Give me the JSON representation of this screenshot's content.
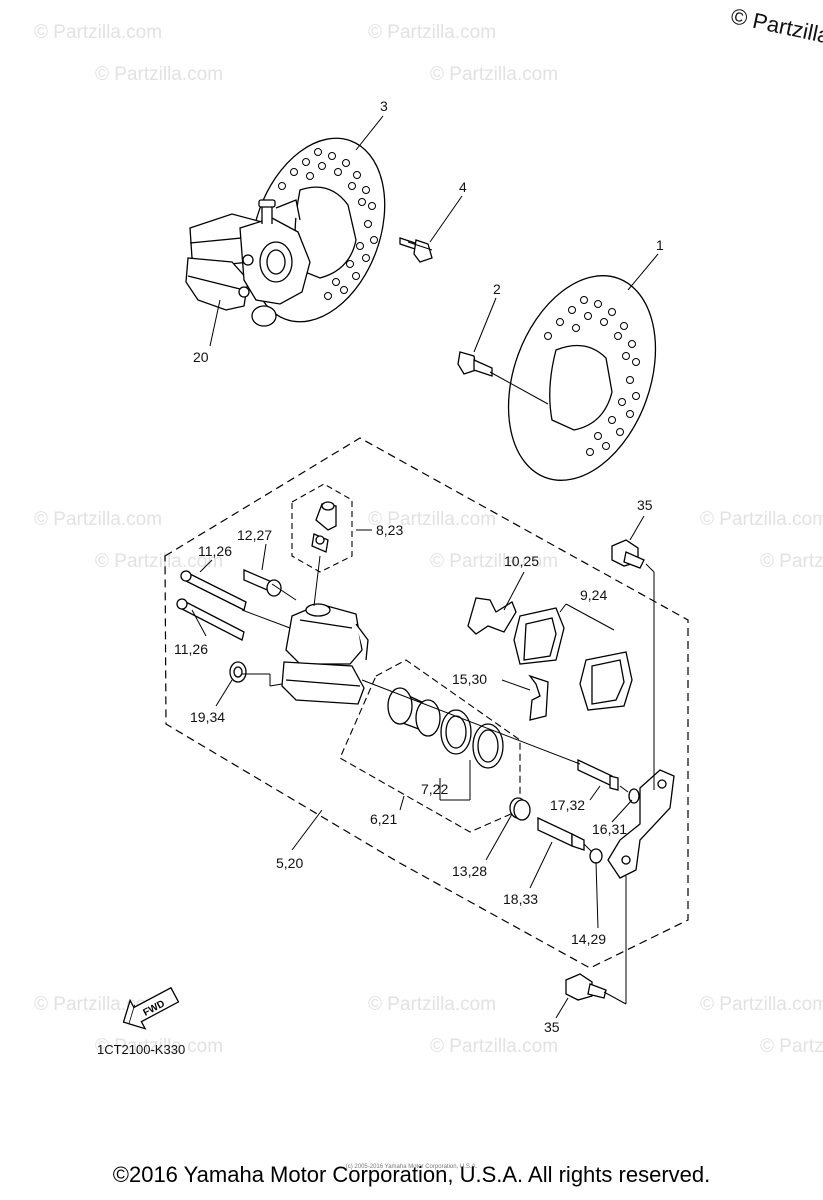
{
  "corner_copyright": "© Partzilla.",
  "watermark": "© Partzilla.com",
  "footer": "©2016 Yamaha Motor Corporation, U.S.A. All rights reserved.",
  "fine_print": "(c) 2005-2016 Yamaha Motor Corporation, U.S.A.",
  "diagram_code": "1CT2100-K330",
  "fwd_label": "FWD",
  "callouts": {
    "c1": "1",
    "c2": "2",
    "c3": "3",
    "c4": "4",
    "c5": "5,20",
    "c6": "6,21",
    "c7": "7,22",
    "c8": "8,23",
    "c9": "9,24",
    "c10": "10,25",
    "c11a": "11,26",
    "c11b": "11,26",
    "c12": "12,27",
    "c13": "13,28",
    "c14": "14,29",
    "c15": "15,30",
    "c16": "16,31",
    "c17": "17,32",
    "c18": "18,33",
    "c19": "19,34",
    "c20": "20",
    "c35a": "35",
    "c35b": "35"
  }
}
